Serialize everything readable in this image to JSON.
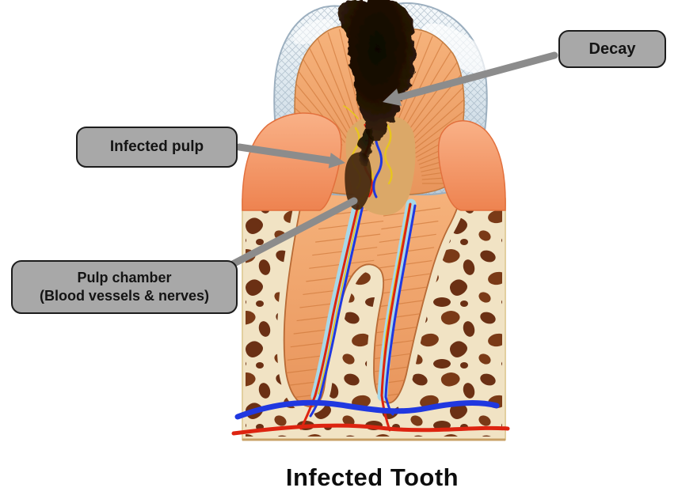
{
  "figure": {
    "title": "Infected Tooth",
    "callouts": {
      "decay": {
        "label": "Decay"
      },
      "infected_pulp": {
        "label": "Infected pulp"
      },
      "pulp_chamber": {
        "label_line1": "Pulp chamber",
        "label_line2": "(Blood vessels & nerves)"
      }
    },
    "parts": [
      "enamel",
      "decay",
      "dentin",
      "infected-pulp",
      "pulp-chamber",
      "root-canals",
      "gum",
      "jaw-bone",
      "blood-vessels",
      "nerves"
    ],
    "colors": {
      "callout_bg": "#a8a8a8",
      "callout_border": "#1c1c1c",
      "callout_text": "#141414",
      "arrow": "#8c8c8c",
      "enamel": "#dce7ee",
      "dentin": "#f2a76e",
      "gum": "#f2925f",
      "bone": "#f1e3c4",
      "bone_spots": "#6b3014",
      "decay": "#241405",
      "artery_red": "#dd2410",
      "vein_blue": "#2038e0",
      "nerve_yellow": "#e7c51e",
      "root_canal": "#a6d8e8"
    }
  }
}
